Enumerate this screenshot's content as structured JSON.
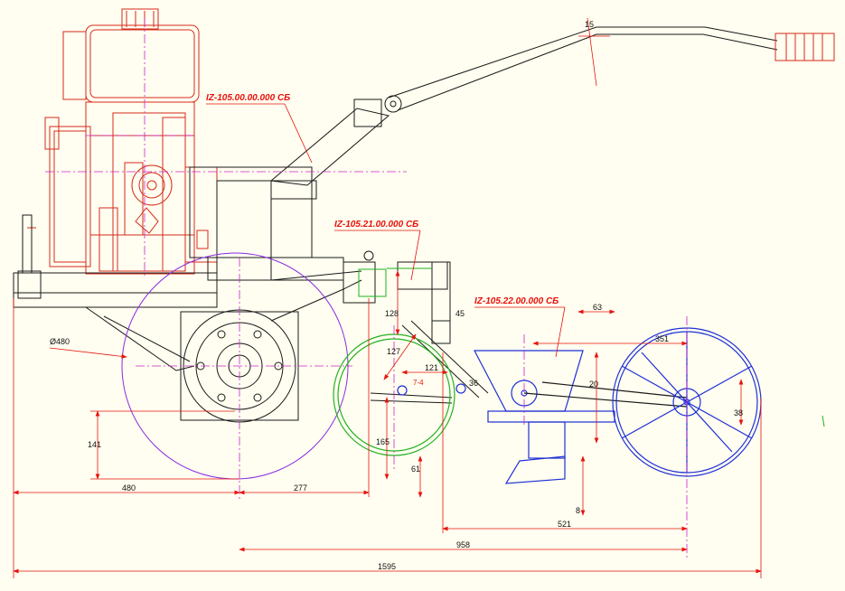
{
  "drawing": {
    "colors": {
      "background": "#fffef0",
      "engine": "#d62b1c",
      "frame": "#1a1a1a",
      "dimension": "#e8120c",
      "centerline": "#cc22cc",
      "planter": "#1f2fd6",
      "drive_wheel": "#8a2be2",
      "depth_wheel": "#22b022"
    },
    "labels": {
      "main_assembly": "IZ-105.00.00.000 СБ",
      "hitch_assembly": "IZ-105.21.00.000 СБ",
      "planter_assembly": "IZ-105.22.00.000 СБ"
    },
    "dimensions": {
      "wheel_diameter": "Ø480",
      "d_480": "480",
      "d_277": "277",
      "d_1595": "1595",
      "d_958": "958",
      "d_521": "521",
      "d_351": "351",
      "d_63": "63",
      "d_45": "45",
      "d_128": "128",
      "d_127": "127",
      "d_121": "121",
      "d_165": "165",
      "d_61": "61",
      "d_141": "141",
      "d_38": "38",
      "d_20": "20",
      "d_8": "8",
      "d_36": "36",
      "d_15": "15",
      "section": "7-4"
    }
  }
}
